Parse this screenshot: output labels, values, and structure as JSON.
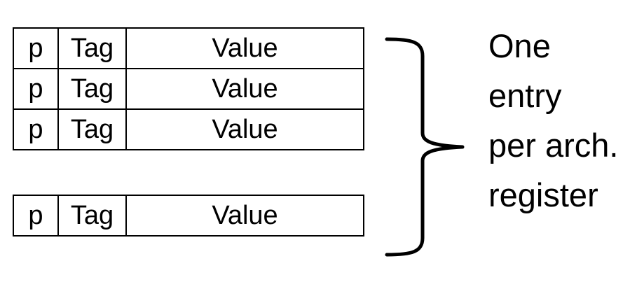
{
  "entries_top": [
    {
      "p": "p",
      "tag": "Tag",
      "value": "Value"
    },
    {
      "p": "p",
      "tag": "Tag",
      "value": "Value"
    },
    {
      "p": "p",
      "tag": "Tag",
      "value": "Value"
    }
  ],
  "entries_bottom": [
    {
      "p": "p",
      "tag": "Tag",
      "value": "Value"
    }
  ],
  "caption": {
    "lines": [
      "One",
      "entry",
      "per arch.",
      "register"
    ]
  },
  "colors": {
    "line": "#000000",
    "background": "#ffffff"
  }
}
